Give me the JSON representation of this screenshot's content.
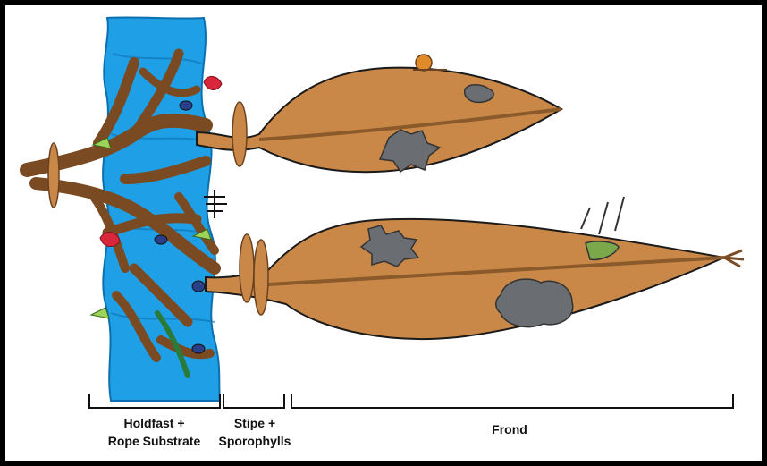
{
  "diagram": {
    "labels": {
      "holdfast_line1": "Holdfast +",
      "holdfast_line2": "Rope Substrate",
      "stipe_line1": "Stipe +",
      "stipe_line2": "Sporophylls",
      "frond": "Frond"
    },
    "colors": {
      "rope": "#1fa0e6",
      "kelp": "#c98848",
      "kelp_dark": "#8b5a2b",
      "rock": "#6a6e73",
      "border": "#000000"
    },
    "icons": [
      "snail-icon",
      "crab-icon",
      "worm-icon",
      "hydroid-icon",
      "red-algae-icon",
      "blue-mussel-icon",
      "green-anemone-icon"
    ]
  }
}
